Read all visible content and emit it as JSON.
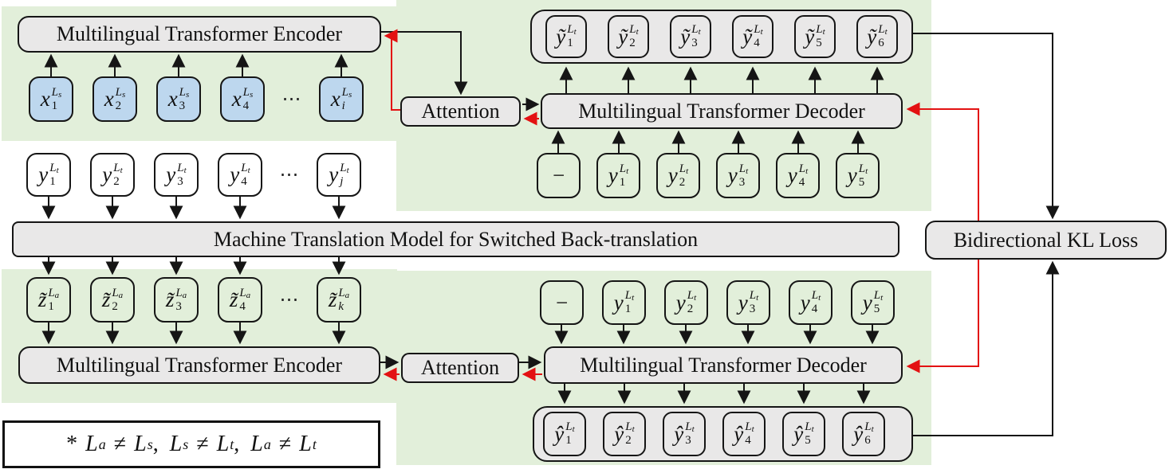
{
  "labels": {
    "encoder_top": "Multilingual Transformer Encoder",
    "decoder_top": "Multilingual Transformer Decoder",
    "attention_top": "Attention",
    "mt_bar": "Machine Translation Model for Switched Back-translation",
    "encoder_bottom": "Multilingual Transformer Encoder",
    "decoder_bottom": "Multilingual Transformer Decoder",
    "attention_bottom": "Attention",
    "kl_loss": "Bidirectional KL Loss"
  },
  "glyphs": {
    "ellipsis": "⋯",
    "dash": "−"
  },
  "rows": {
    "x_row": {
      "color": "blue",
      "items": [
        {
          "base": "x",
          "sub": "1",
          "supL": "L",
          "supS": "s"
        },
        {
          "base": "x",
          "sub": "2",
          "supL": "L",
          "supS": "s"
        },
        {
          "base": "x",
          "sub": "3",
          "supL": "L",
          "supS": "s"
        },
        {
          "base": "x",
          "sub": "4",
          "supL": "L",
          "supS": "s"
        },
        {
          "type": "dots"
        },
        {
          "base": "x",
          "sub": "i",
          "supL": "L",
          "supS": "s"
        }
      ]
    },
    "ytilde_row": {
      "color": "pink",
      "items": [
        {
          "base": "ỹ",
          "sub": "1",
          "supL": "L",
          "supS": "t"
        },
        {
          "base": "ỹ",
          "sub": "2",
          "supL": "L",
          "supS": "t"
        },
        {
          "base": "ỹ",
          "sub": "3",
          "supL": "L",
          "supS": "t"
        },
        {
          "base": "ỹ",
          "sub": "4",
          "supL": "L",
          "supS": "t"
        },
        {
          "base": "ỹ",
          "sub": "5",
          "supL": "L",
          "supS": "t"
        },
        {
          "base": "ỹ",
          "sub": "6",
          "supL": "L",
          "supS": "t"
        }
      ]
    },
    "ytop_row": {
      "color": "orange",
      "items": [
        {
          "base": "−",
          "sub": "",
          "supL": "",
          "supS": ""
        },
        {
          "base": "y",
          "sub": "1",
          "supL": "L",
          "supS": "t"
        },
        {
          "base": "y",
          "sub": "2",
          "supL": "L",
          "supS": "t"
        },
        {
          "base": "y",
          "sub": "3",
          "supL": "L",
          "supS": "t"
        },
        {
          "base": "y",
          "sub": "4",
          "supL": "L",
          "supS": "t"
        },
        {
          "base": "y",
          "sub": "5",
          "supL": "L",
          "supS": "t"
        }
      ]
    },
    "ymid_row": {
      "color": "orange",
      "items": [
        {
          "base": "y",
          "sub": "1",
          "supL": "L",
          "supS": "t"
        },
        {
          "base": "y",
          "sub": "2",
          "supL": "L",
          "supS": "t"
        },
        {
          "base": "y",
          "sub": "3",
          "supL": "L",
          "supS": "t"
        },
        {
          "base": "y",
          "sub": "4",
          "supL": "L",
          "supS": "t"
        },
        {
          "type": "dots"
        },
        {
          "base": "y",
          "sub": "j",
          "supL": "L",
          "supS": "t"
        }
      ]
    },
    "z_row": {
      "color": "green",
      "items": [
        {
          "base": "z̃",
          "sub": "1",
          "supL": "L",
          "supS": "a"
        },
        {
          "base": "z̃",
          "sub": "2",
          "supL": "L",
          "supS": "a"
        },
        {
          "base": "z̃",
          "sub": "3",
          "supL": "L",
          "supS": "a"
        },
        {
          "base": "z̃",
          "sub": "4",
          "supL": "L",
          "supS": "a"
        },
        {
          "type": "dots"
        },
        {
          "base": "z̃",
          "sub": "k",
          "supL": "L",
          "supS": "a"
        }
      ]
    },
    "ybot_row": {
      "color": "orange",
      "items": [
        {
          "base": "−",
          "sub": "",
          "supL": "",
          "supS": ""
        },
        {
          "base": "y",
          "sub": "1",
          "supL": "L",
          "supS": "t"
        },
        {
          "base": "y",
          "sub": "2",
          "supL": "L",
          "supS": "t"
        },
        {
          "base": "y",
          "sub": "3",
          "supL": "L",
          "supS": "t"
        },
        {
          "base": "y",
          "sub": "4",
          "supL": "L",
          "supS": "t"
        },
        {
          "base": "y",
          "sub": "5",
          "supL": "L",
          "supS": "t"
        }
      ]
    },
    "yhat_row": {
      "color": "yellow",
      "items": [
        {
          "base": "ŷ",
          "sub": "1",
          "supL": "L",
          "supS": "t"
        },
        {
          "base": "ŷ",
          "sub": "2",
          "supL": "L",
          "supS": "t"
        },
        {
          "base": "ŷ",
          "sub": "3",
          "supL": "L",
          "supS": "t"
        },
        {
          "base": "ŷ",
          "sub": "4",
          "supL": "L",
          "supS": "t"
        },
        {
          "base": "ŷ",
          "sub": "5",
          "supL": "L",
          "supS": "t"
        },
        {
          "base": "ŷ",
          "sub": "6",
          "supL": "L",
          "supS": "t"
        }
      ]
    }
  },
  "footnote": {
    "star": "*",
    "L": "L",
    "a": "a",
    "s": "s",
    "t": "t",
    "neq": "≠",
    "comma": ","
  },
  "colors": {
    "panel_green": "#e2efda",
    "box_grey": "#e9e8e8",
    "token_blue": "#bdd7ee",
    "token_orange": "#f8cbad",
    "token_pink": "#ddb6be",
    "token_green": "#c8e0b6",
    "token_yellow": "#ffe699",
    "line_red": "#e31212",
    "line_black": "#151515"
  }
}
